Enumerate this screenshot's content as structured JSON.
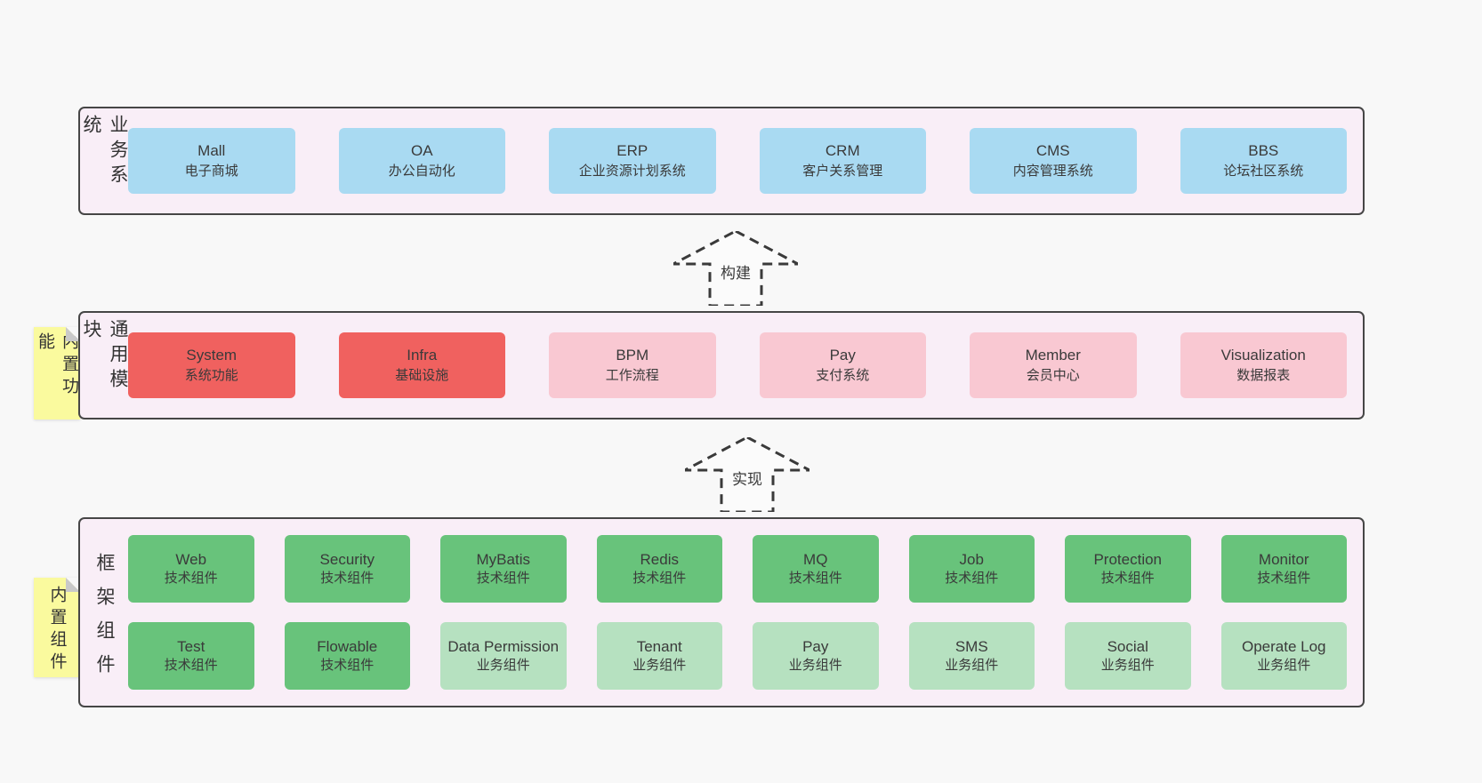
{
  "colors": {
    "page_background": "#f8f8f8",
    "container_background": "#f9eef7",
    "container_border": "#464646",
    "blue_box": "#a9daf2",
    "red_box": "#f0615f",
    "pink_box": "#f9c8d2",
    "green_box": "#68c37b",
    "light_green_box": "#b6e1c0",
    "sticky_note": "#fafa9e",
    "text": "#3a3a3a"
  },
  "arrows": {
    "build": "构建",
    "implement": "实现"
  },
  "layers": {
    "business": {
      "side_label": "业务系统",
      "boxes": [
        {
          "en": "Mall",
          "zh": "电子商城"
        },
        {
          "en": "OA",
          "zh": "办公自动化"
        },
        {
          "en": "ERP",
          "zh": "企业资源计划系统"
        },
        {
          "en": "CRM",
          "zh": "客户关系管理"
        },
        {
          "en": "CMS",
          "zh": "内容管理系统"
        },
        {
          "en": "BBS",
          "zh": "论坛社区系统"
        }
      ]
    },
    "modules": {
      "side_label": "通用模块",
      "note": "内置功能",
      "boxes": [
        {
          "en": "System",
          "zh": "系统功能"
        },
        {
          "en": "Infra",
          "zh": "基础设施"
        },
        {
          "en": "BPM",
          "zh": "工作流程"
        },
        {
          "en": "Pay",
          "zh": "支付系统"
        },
        {
          "en": "Member",
          "zh": "会员中心"
        },
        {
          "en": "Visualization",
          "zh": "数据报表"
        }
      ]
    },
    "components": {
      "side_label": "框架组件",
      "note": "内置组件",
      "row1": [
        {
          "en": "Web",
          "zh": "技术组件"
        },
        {
          "en": "Security",
          "zh": "技术组件"
        },
        {
          "en": "MyBatis",
          "zh": "技术组件"
        },
        {
          "en": "Redis",
          "zh": "技术组件"
        },
        {
          "en": "MQ",
          "zh": "技术组件"
        },
        {
          "en": "Job",
          "zh": "技术组件"
        },
        {
          "en": "Protection",
          "zh": "技术组件"
        },
        {
          "en": "Monitor",
          "zh": "技术组件"
        }
      ],
      "row2": [
        {
          "en": "Test",
          "zh": "技术组件"
        },
        {
          "en": "Flowable",
          "zh": "技术组件"
        },
        {
          "en": "Data Permission",
          "zh": "业务组件"
        },
        {
          "en": "Tenant",
          "zh": "业务组件"
        },
        {
          "en": "Pay",
          "zh": "业务组件"
        },
        {
          "en": "SMS",
          "zh": "业务组件"
        },
        {
          "en": "Social",
          "zh": "业务组件"
        },
        {
          "en": "Operate Log",
          "zh": "业务组件"
        }
      ]
    }
  }
}
